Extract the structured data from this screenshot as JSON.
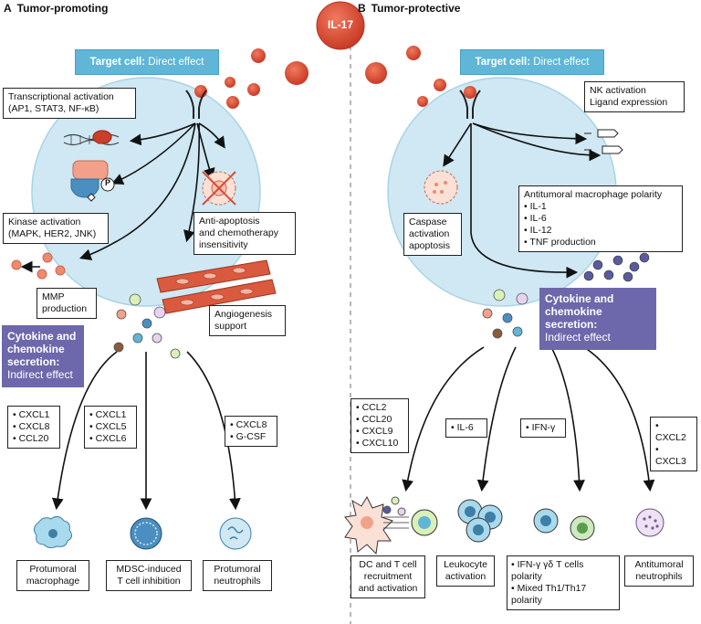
{
  "center_label": "IL-17",
  "panel_a": {
    "letter": "A",
    "title": "Tumor-promoting",
    "target_cell_bold": "Target cell:",
    "target_cell_rest": "Direct effect",
    "transcription_line1": "Transcriptional activation",
    "transcription_line2": "(AP1, STAT3, NF-κB)",
    "kinase_line1": "Kinase activation",
    "kinase_line2": "(MAPK, HER2, JNK)",
    "phospho": "P",
    "antiapoptosis_line1": "Anti-apoptosis",
    "antiapoptosis_line2": "and chemotherapy",
    "antiapoptosis_line3": "insensitivity",
    "mmp_line1": "MMP",
    "mmp_line2": "production",
    "angiogenesis_line1": "Angiogenesis",
    "angiogenesis_line2": "support",
    "secretion_line1": "Cytokine and",
    "secretion_line2": "chemokine",
    "secretion_line3": "secretion:",
    "secretion_line4": "Indirect effect",
    "list1": [
      "CXCL1",
      "CXCL8",
      "CCL20"
    ],
    "list2": [
      "CXCL1",
      "CXCL5",
      "CXCL6"
    ],
    "list3": [
      "CXCL8",
      "G-CSF"
    ],
    "out1_line1": "Protumoral",
    "out1_line2": "macrophage",
    "out2_line1": "MDSC-induced",
    "out2_line2": "T cell inhibition",
    "out3_line1": "Protumoral",
    "out3_line2": "neutrophils"
  },
  "panel_b": {
    "letter": "B",
    "title": "Tumor-protective",
    "target_cell_bold": "Target cell:",
    "target_cell_rest": "Direct effect",
    "nk_line1": "NK activation",
    "nk_line2": "Ligand expression",
    "caspase_line1": "Caspase",
    "caspase_line2": "activation",
    "caspase_line3": "apoptosis",
    "macro_title": "Antitumoral macrophage polarity",
    "macro_items": [
      "IL-1",
      "IL-6",
      "IL-12",
      "TNF production"
    ],
    "secretion_line1": "Cytokine and",
    "secretion_line2": "chemokine",
    "secretion_line3": "secretion:",
    "secretion_line4": "Indirect effect",
    "list1": [
      "CCL2",
      "CCL20",
      "CXCL9",
      "CXCL10"
    ],
    "list2": [
      "IL-6"
    ],
    "list3": [
      "IFN-γ"
    ],
    "list4": [
      "CXCL2",
      "CXCL3"
    ],
    "out1_line1": "DC and T cell",
    "out1_line2": "recruitment",
    "out1_line3": "and activation",
    "out2_line1": "Leukocyte",
    "out2_line2": "activation",
    "out3_items": [
      "IFN-γ γδ T cells polarity",
      "Mixed Th1/Th17 polarity"
    ],
    "out4_line1": "Antitumoral",
    "out4_line2": "neutrophils"
  },
  "colors": {
    "cell_fill": "#cfe8f3",
    "cell_stroke": "#a9d3e6",
    "il17_red": "#d94a32",
    "tag_blue": "#5fb6d6",
    "purple": "#6d68ab",
    "divider": "#888888"
  }
}
